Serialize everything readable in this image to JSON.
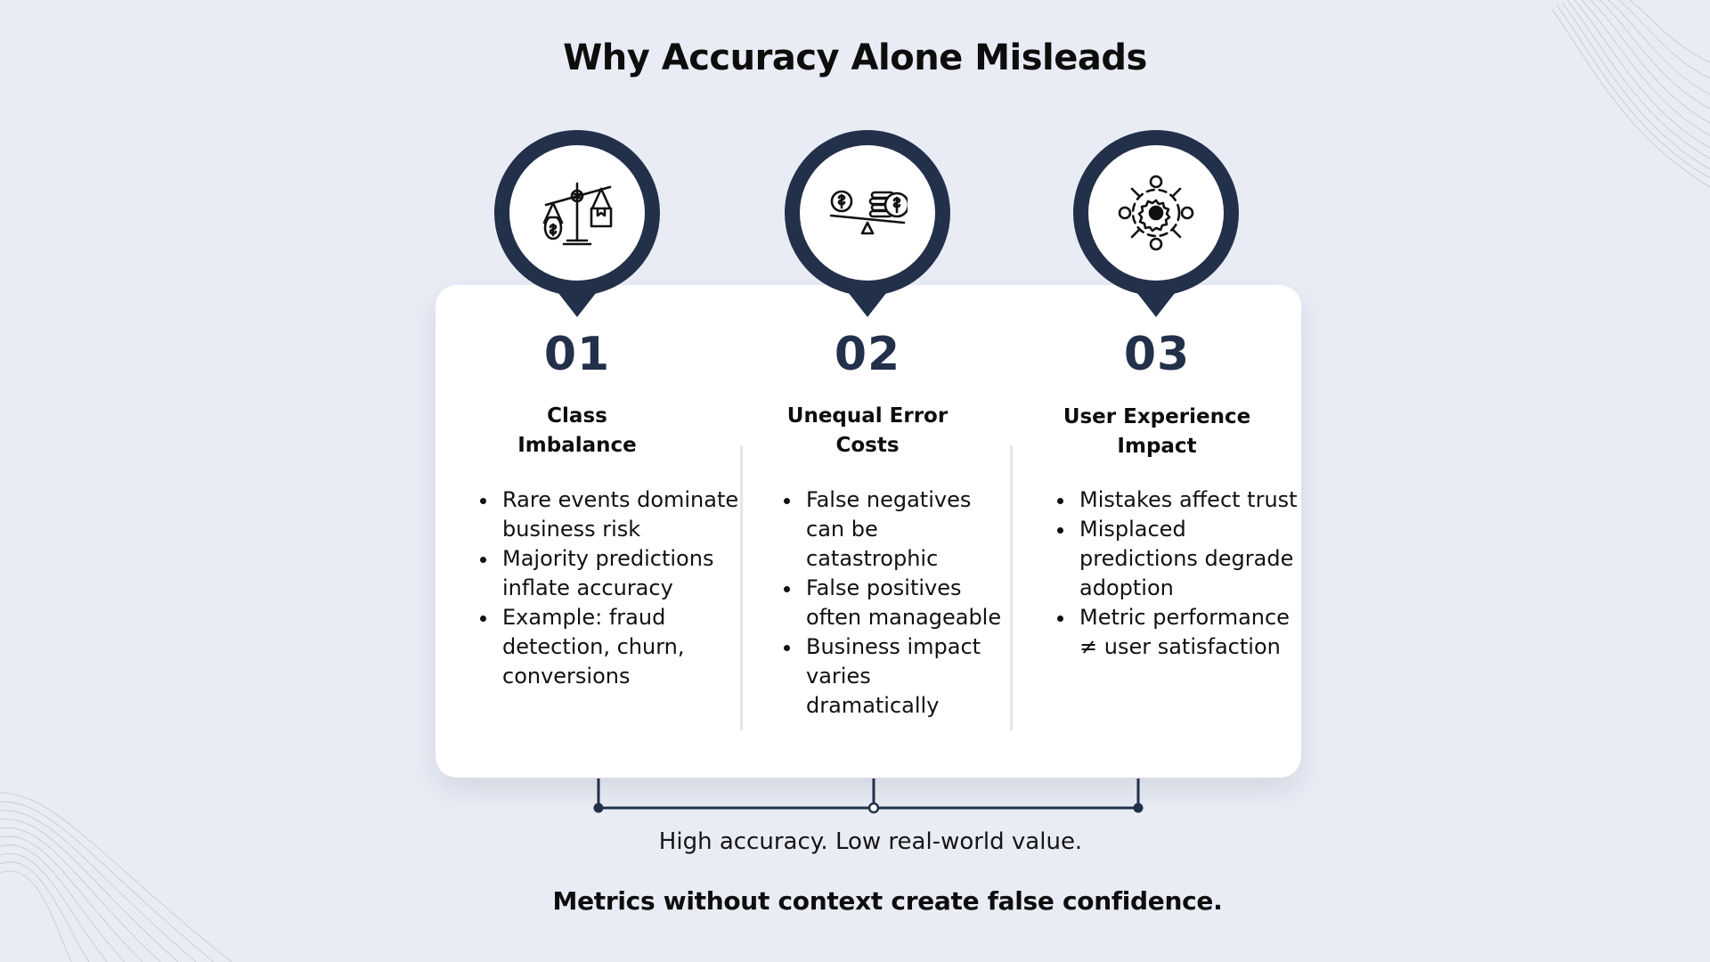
{
  "title": "Why Accuracy Alone Misleads",
  "columns": [
    {
      "number": "01",
      "heading_lines": [
        "Class",
        "Imbalance"
      ],
      "icon": "balance-scale-icon",
      "bullets": [
        "Rare events dominate business risk",
        "Majority predictions inflate accuracy",
        "Example: fraud detection, churn, conversions"
      ]
    },
    {
      "number": "02",
      "heading_lines": [
        "Unequal Error",
        "Costs"
      ],
      "icon": "coin-seesaw-icon",
      "bullets": [
        "False negatives can be catastrophic",
        "False positives often manageable",
        "Business impact varies dramatically"
      ]
    },
    {
      "number": "03",
      "heading_lines": [
        "User Experience",
        "Impact"
      ],
      "icon": "gear-users-icon",
      "bullets": [
        "Mistakes affect trust",
        "Misplaced predictions degrade adoption",
        "Metric performance ≠ user satisfaction"
      ]
    }
  ],
  "tagline": "High accuracy. Low real-world value.",
  "conclusion": "Metrics without context create false confidence.",
  "colors": {
    "background": "#e9ecf5",
    "card": "#ffffff",
    "accent": "#22304a",
    "text": "#111111"
  }
}
